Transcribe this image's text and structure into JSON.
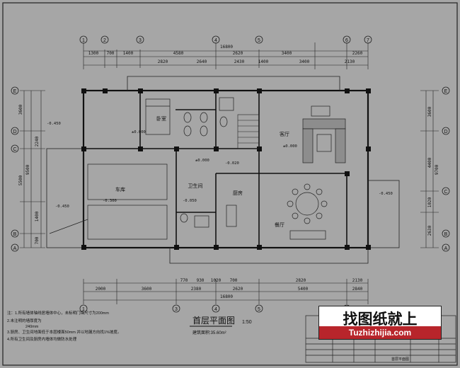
{
  "drawing": {
    "title": "首层平面图",
    "scale": "1:50",
    "area": "建筑面积:35.60m²",
    "top_dims_1": [
      "1300",
      "700",
      "1400",
      "4580",
      "2620",
      "3400",
      "2260"
    ],
    "top_total": "16800",
    "top_dims_2": [
      "2820",
      "2640",
      "2430",
      "1400",
      "3400",
      "2130"
    ],
    "bottom_dims_1": [
      "770",
      "930",
      "1020",
      "700",
      "2820",
      "2130"
    ],
    "bottom_dims_2": [
      "2000",
      "3600",
      "2380",
      "2620",
      "5400",
      "2840"
    ],
    "bottom_total": "16800",
    "left_dims": [
      "3600",
      "5500",
      "2240",
      "1400",
      "700"
    ],
    "left_total": "9500",
    "right_dims": [
      "3600",
      "4400",
      "1020",
      "2630"
    ],
    "right_total": "9700",
    "axis_numbers": [
      "1",
      "2",
      "3",
      "4",
      "5",
      "6",
      "7"
    ],
    "axis_letters": [
      "A",
      "B",
      "C",
      "D",
      "E"
    ],
    "rooms": {
      "garage": "车库",
      "bedroom": "卧室",
      "living": "客厅",
      "dining": "餐厅",
      "kitchen": "厨房",
      "bath": "卫生间",
      "elev1": "±0.000",
      "elev2": "-0.450",
      "elev3": "-0.300",
      "elev4": "-0.020",
      "elev5": "-0.050"
    },
    "notes": [
      "注：1.所有墙体轴线居墙体中心，未标明门垛尺寸为200mm",
      "2.未注明的墙厚度为",
      "240mm",
      "3.厨房、卫生间地面低于本层楼面50mm  并以地漏方向找1%坡度。",
      "4.所有卫生间及厨房内墙体均做防水处理"
    ],
    "title_block_label": "首层平面图"
  },
  "watermark": {
    "cn": "找图纸就上",
    "en": "Tuzhizhijia.com"
  }
}
